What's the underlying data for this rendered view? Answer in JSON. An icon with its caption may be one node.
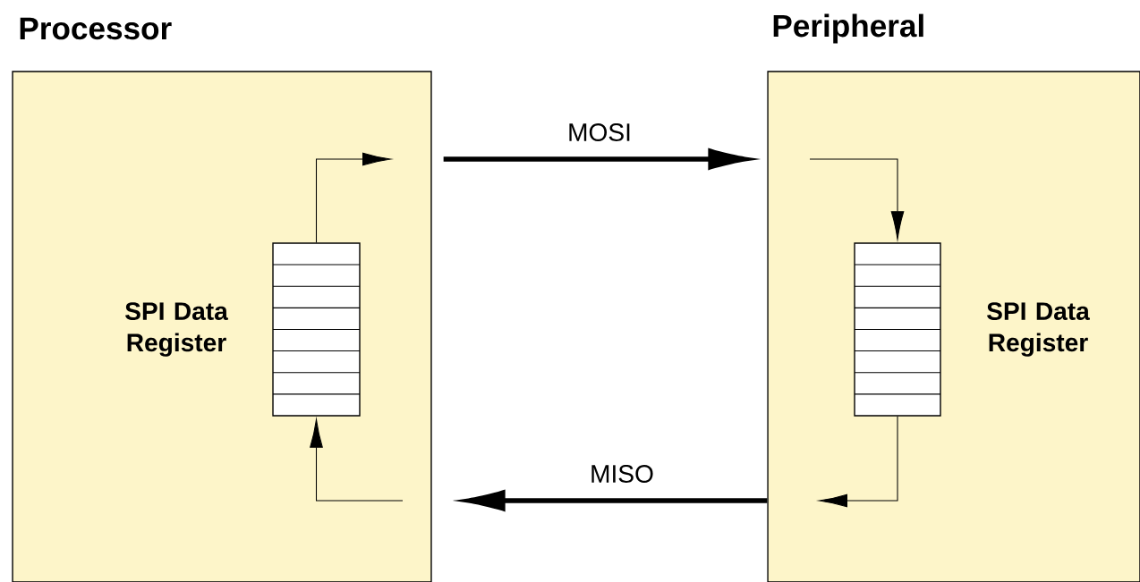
{
  "diagram": {
    "nodes": [
      {
        "text": [
          "Processor"
        ]
      },
      {
        "text": [
          "Peripheral"
        ]
      },
      {
        "text": [],
        "shape": "box",
        "in": 0,
        "beside": [
          "SPI Data Register"
        ]
      },
      {
        "text": [],
        "shape": "box",
        "in": 1,
        "beside": [
          "SPI Data Register"
        ]
      }
    ],
    "edges": [
      {
        "from": 0,
        "to": 1,
        "arrow": "to",
        "label": "MOSI",
        "style": "thick"
      },
      {
        "from": 1,
        "to": 0,
        "arrow": "to",
        "label": "MISO",
        "style": "thick"
      },
      {
        "from": 2,
        "to": null,
        "arrow": "to"
      },
      {
        "from": null,
        "to": 2,
        "arrow": "to"
      },
      {
        "from": null,
        "to": 3,
        "arrow": "to"
      },
      {
        "from": 3,
        "to": null,
        "arrow": "to"
      }
    ]
  }
}
